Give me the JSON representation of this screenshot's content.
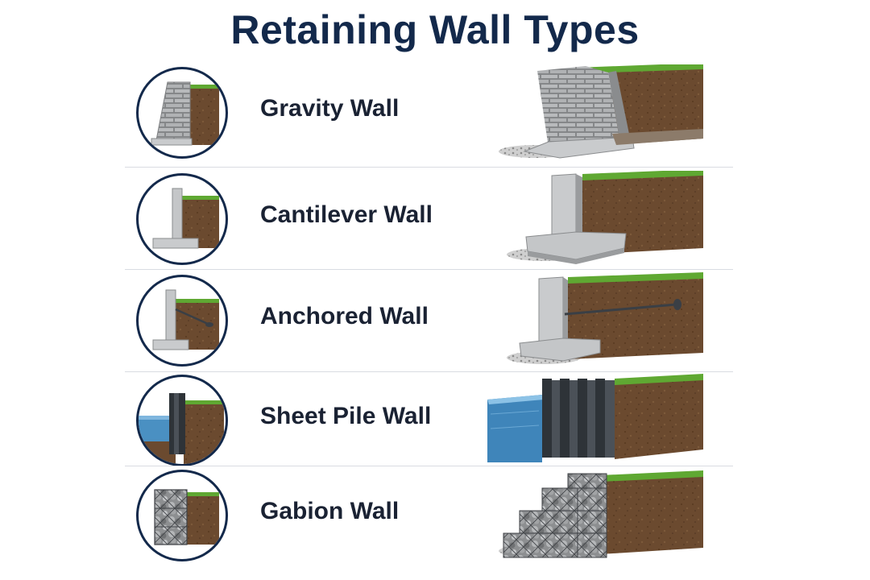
{
  "title": "Retaining Wall Types",
  "wall_types": [
    {
      "label": "Gravity Wall",
      "icon": "gravity-wall-icon"
    },
    {
      "label": "Cantilever Wall",
      "icon": "cantilever-wall-icon"
    },
    {
      "label": "Anchored Wall",
      "icon": "anchored-wall-icon"
    },
    {
      "label": "Sheet Pile Wall",
      "icon": "sheet-pile-wall-icon"
    },
    {
      "label": "Gabion Wall",
      "icon": "gabion-wall-icon"
    }
  ],
  "colors": {
    "title": "#13294b",
    "soil": "#6b4a2f",
    "grass": "#5fa832",
    "concrete": "#bfc2c4",
    "stone": "#9a9c9e",
    "water": "#4a90c2",
    "steel": "#3a3f45"
  }
}
